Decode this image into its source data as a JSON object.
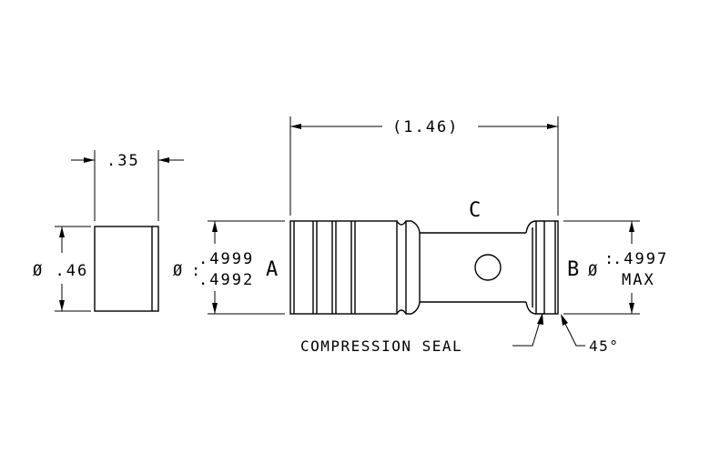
{
  "dimensions": {
    "width_035": ".35",
    "dia_046": "Ø .46",
    "overall_length": "(1.46)",
    "dia_a_symbol": "Ø",
    "dia_a_upper": ".4999",
    "dia_a_lower": ".4992",
    "dia_b_symbol": "Ø",
    "dia_b_value": ".4997",
    "dia_b_max": "MAX"
  },
  "labels": {
    "a": "A",
    "b": "B",
    "c": "C",
    "compression_seal": "COMPRESSION SEAL",
    "angle": "45°"
  },
  "colors": {
    "line": "#000000",
    "background": "#ffffff"
  }
}
